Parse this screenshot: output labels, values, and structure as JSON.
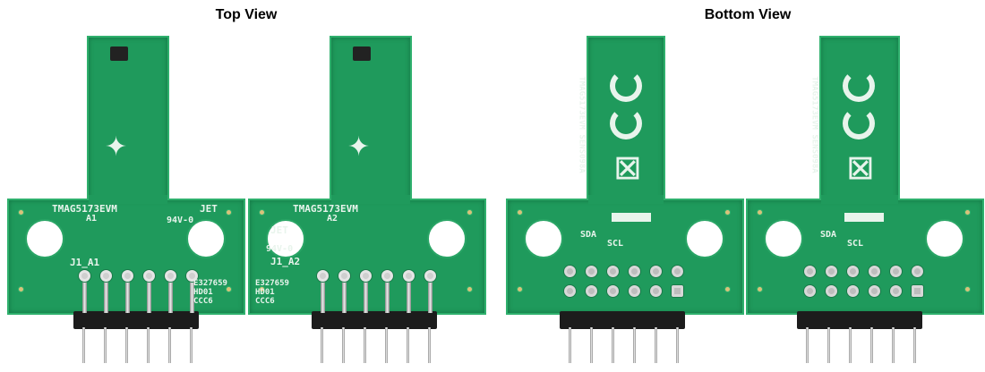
{
  "titles": {
    "top": "Top View",
    "bottom": "Bottom View"
  },
  "top_boards": [
    {
      "name": "TMAG5173EVM",
      "variant": "A1",
      "connector": "J1_A1",
      "mark1": "JET",
      "mark2": "94V-0",
      "lot": [
        "E327659",
        "HD01",
        "CCC6"
      ]
    },
    {
      "name": "TMAG5173EVM",
      "variant": "A2",
      "connector": "J1_A2",
      "mark1": "JET",
      "mark2": "94V-0",
      "lot": [
        "E327659",
        "HD01",
        "CCC6"
      ]
    }
  ],
  "bottom_boards": [
    {
      "side_text": "TMAG5173EVM SENS098A",
      "sda": "SDA",
      "scl": "SCL"
    },
    {
      "side_text": "TMAG5173EVM SENS098A",
      "sda": "SDA",
      "scl": "SCL"
    }
  ],
  "colors": {
    "pcb": "#1f9a5c",
    "silkscreen": "#e8f4ec",
    "header": "#1c1c1c"
  }
}
